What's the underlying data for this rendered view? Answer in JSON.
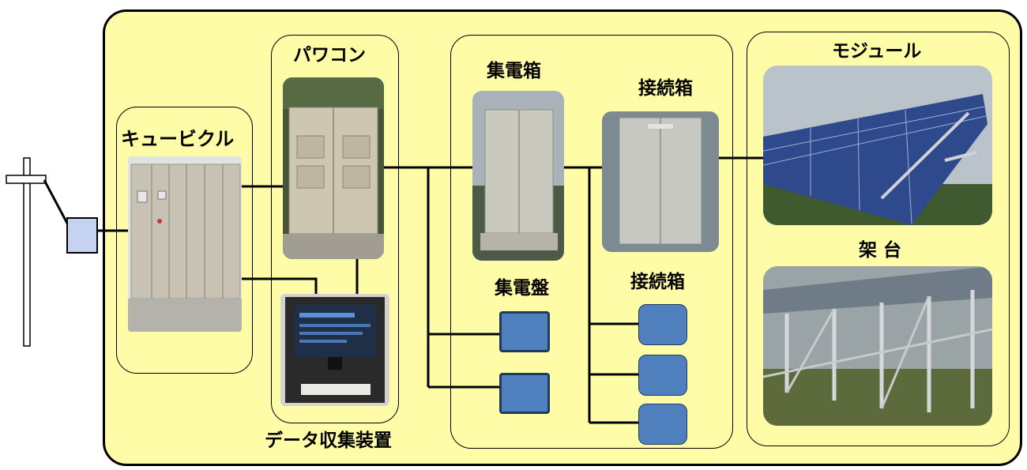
{
  "labels": {
    "cubicle": "キュービクル",
    "pcs": "パワコン",
    "data_collector": "データ収集装置",
    "collection_box": "集電箱",
    "connection_box_top": "接続箱",
    "collection_panel": "集電盤",
    "connection_box_bottom": "接続箱",
    "module": "モジュール",
    "mount": "架 台"
  },
  "colors": {
    "background": "#fffca8",
    "box_fill": "#4f80bd",
    "pole_fill": "#c6d3f0"
  },
  "icons": {
    "utility_pole": "utility-pole-icon",
    "meter": "meter-box-icon",
    "monitor": "monitor-icon"
  }
}
